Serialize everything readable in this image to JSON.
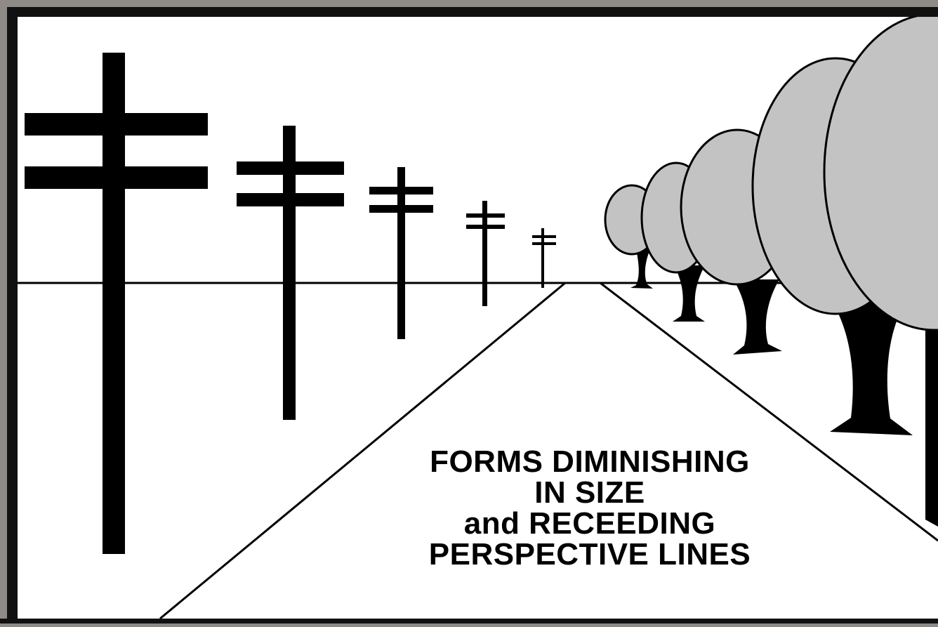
{
  "caption": {
    "line1": "FORMS DIMINISHING",
    "line2": "IN SIZE",
    "line3": "and RECEEDING",
    "line4": "PERSPECTIVE LINES"
  },
  "colors": {
    "outer_frame": "#8e8a86",
    "border": "#111111",
    "background": "#ffffff",
    "ink": "#000000",
    "tree_crown": "#c3c3c3"
  },
  "elements": {
    "poles": "telephone-pole-icon",
    "trees": "tree-icon",
    "road": "road-perspective-lines",
    "horizon": "horizon-line"
  }
}
